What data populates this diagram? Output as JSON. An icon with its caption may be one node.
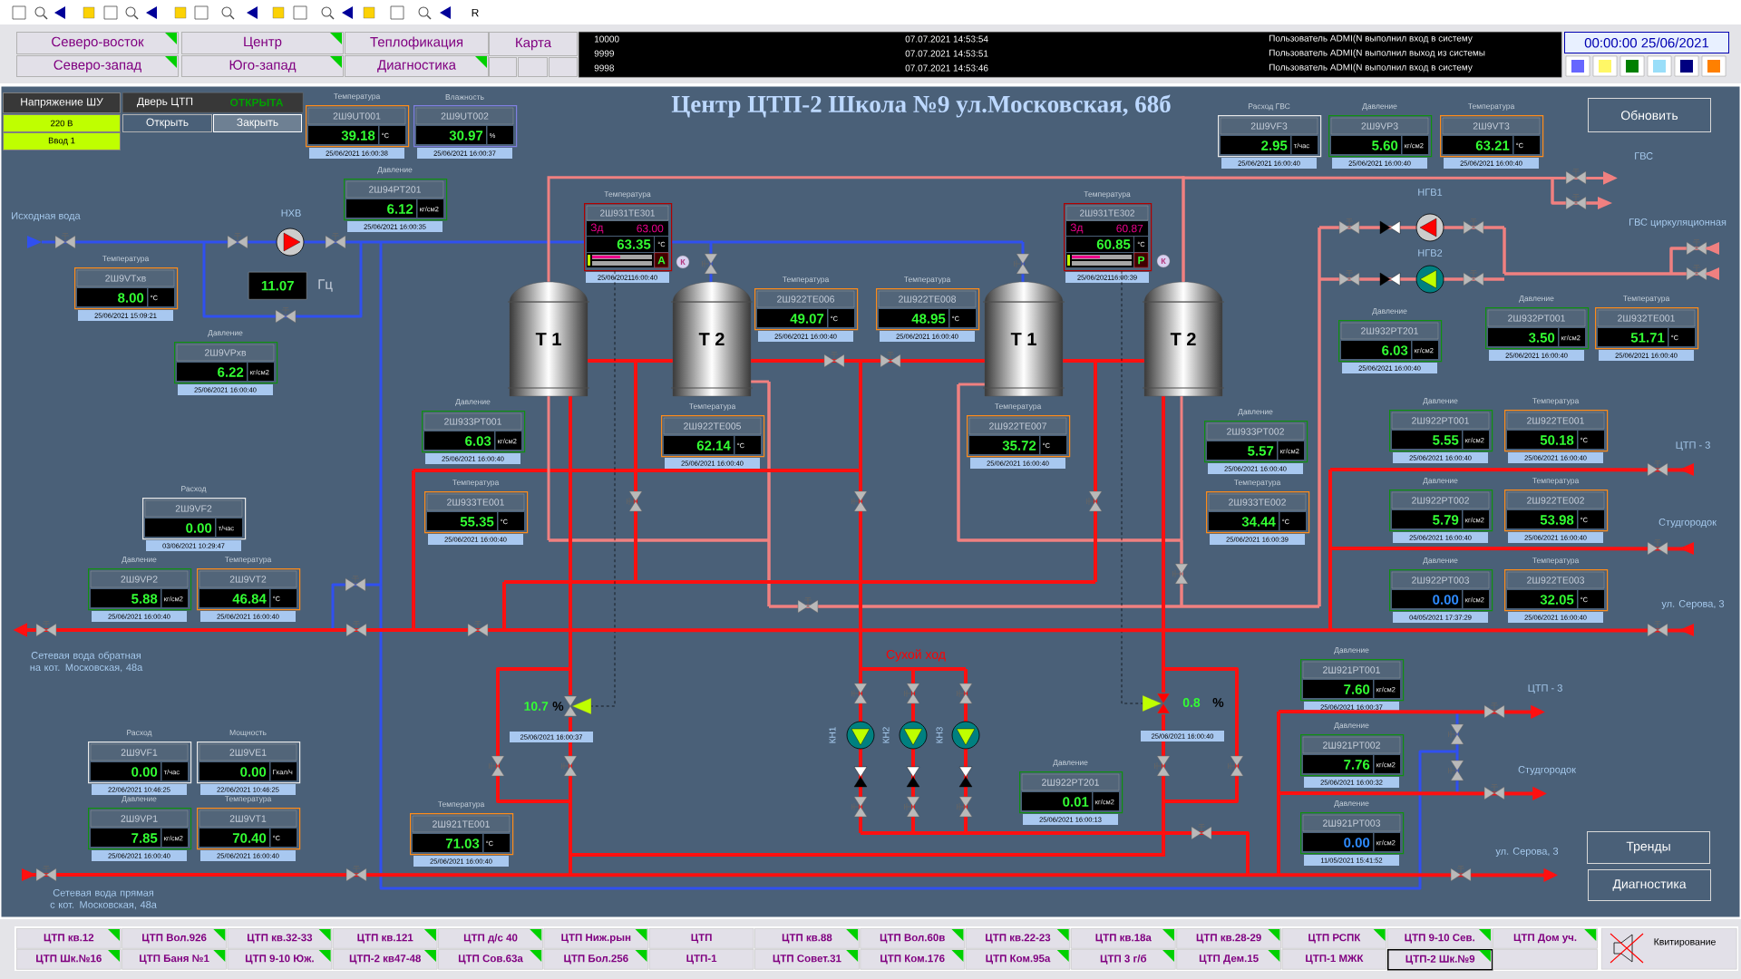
{
  "diagram": {
    "title": "Центр ЦТП-2 Школа №9 ул.Московская, 68б",
    "nodes": [
      {
        "text": [
          "Северо-восток"
        ]
      },
      {
        "text": [
          "Центр"
        ]
      },
      {
        "text": [
          "Теплофикация"
        ]
      },
      {
        "text": [
          "Карта"
        ]
      },
      {
        "text": [
          "Северо-запад"
        ]
      },
      {
        "text": [
          "Юго-запад"
        ]
      },
      {
        "text": [
          "Диагностика"
        ]
      },
      {
        "text": [],
        "shape": "box"
      },
      {
        "text": [],
        "shape": "box"
      },
      {
        "text": [],
        "shape": "box"
      },
      {
        "text": [
          "10000",
          "07.07.2021 14:53:54",
          "Пользователь ADMI(N выполнил вход в систему",
          "9999",
          "07.07.2021 14:53:51",
          "Пользователь ADMI(N выполнил выход из системы",
          "9998",
          "07.07.2021 14:53:46",
          "Пользователь ADMI(N выполнил вход в систему"
        ]
      },
      {
        "text": [
          "00:00:00 25/06/2021"
        ]
      },
      {
        "text": [
          "Напряжение ШУ"
        ]
      },
      {
        "text": [
          "220 В"
        ]
      },
      {
        "text": [
          "Ввод 1"
        ]
      },
      {
        "text": [
          "Дверь ЦТП",
          "ОТКРЫТА"
        ]
      },
      {
        "text": [
          "Открыть"
        ]
      },
      {
        "text": [
          "Закрыть"
        ]
      },
      {
        "text": [
          "Температура",
          "2Ш9UT001",
          "39.18",
          "°C",
          "25/06/2021 16:00:38"
        ]
      },
      {
        "text": [
          "Влажность",
          "2Ш9UT002",
          "30.97",
          "%",
          "25/06/2021 16:00:37"
        ]
      },
      {
        "text": [
          "Расход ГВС",
          "2Ш9VF3",
          "2.95",
          "т/час",
          "25/06/2021 16:00:40"
        ]
      },
      {
        "text": [
          "Давление",
          "2Ш9VP3",
          "5.60",
          "кг/см2",
          "25/06/2021 16:00:40"
        ]
      },
      {
        "text": [
          "Температура",
          "2Ш9VT3",
          "63.21",
          "°C",
          "25/06/2021 16:00:40"
        ]
      },
      {
        "text": [
          "Обновить"
        ]
      },
      {
        "text": [
          "Давление",
          "2Ш94PT201",
          "6.12",
          "кг/см2",
          "25/06/2021 16:00:35"
        ]
      },
      {
        "text": [
          "Температура",
          "2Ш931TE301",
          "Зд",
          "63.00",
          "63.35",
          "°C",
          "А",
          "25/06/202116:00:40"
        ]
      },
      {
        "text": [
          "Температура",
          "2Ш931TE302",
          "Зд",
          "60.87",
          "60.85",
          "°C",
          "Р",
          "25/06/202116:00:39"
        ]
      },
      {
        "text": [
          "Температура",
          "2Ш9VTхв",
          "8.00",
          "°C",
          "25/06/2021 15:09:21"
        ]
      },
      {
        "text": [
          "11.07"
        ],
        "beside": [
          "Гц"
        ]
      },
      {
        "text": [
          "Температура",
          "2Ш922TE006",
          "49.07",
          "°C",
          "25/06/2021 16:00:40"
        ]
      },
      {
        "text": [
          "Температура",
          "2Ш922TE008",
          "48.95",
          "°C",
          "25/06/2021 16:00:40"
        ]
      },
      {
        "text": [
          "Давление",
          "2Ш932PT201",
          "6.03",
          "кг/см2",
          "25/06/2021 16:00:40"
        ]
      },
      {
        "text": [
          "Давление",
          "2Ш932PT001",
          "3.50",
          "кг/см2",
          "25/06/2021 16:00:40"
        ]
      },
      {
        "text": [
          "Температура",
          "2Ш932TE001",
          "51.71",
          "°C",
          "25/06/2021 16:00:40"
        ]
      },
      {
        "text": [
          "T 1"
        ]
      },
      {
        "text": [
          "T 2"
        ]
      },
      {
        "text": [
          "T 1"
        ]
      },
      {
        "text": [
          "T 2"
        ]
      },
      {
        "text": [
          "Давление",
          "2Ш9VPхв",
          "6.22",
          "кг/см2",
          "25/06/2021 16:00:40"
        ]
      },
      {
        "text": [
          "Давление",
          "2Ш933PT001",
          "6.03",
          "кг/см2",
          "25/06/2021 16:00:40"
        ]
      },
      {
        "text": [
          "Температура",
          "2Ш922TE005",
          "62.14",
          "°C",
          "25/06/2021 16:00:40"
        ]
      },
      {
        "text": [
          "Температура",
          "2Ш922TE007",
          "35.72",
          "°C",
          "25/06/2021 16:00:40"
        ]
      },
      {
        "text": [
          "Давление",
          "2Ш933PT002",
          "5.57",
          "кг/см2",
          "25/06/2021 16:00:40"
        ]
      },
      {
        "text": [
          "Давление",
          "2Ш922PT001",
          "5.55",
          "кг/см2",
          "25/06/2021 16:00:40"
        ]
      },
      {
        "text": [
          "Температура",
          "2Ш922TE001",
          "50.18",
          "°C",
          "25/06/2021 16:00:40"
        ]
      },
      {
        "text": [
          "Температура",
          "2Ш933TE001",
          "55.35",
          "°C",
          "25/06/2021 16:00:40"
        ]
      },
      {
        "text": [
          "Температура",
          "2Ш933TE002",
          "34.44",
          "°C",
          "25/06/2021 16:00:39"
        ]
      },
      {
        "text": [
          "Давление",
          "2Ш922PT002",
          "5.79",
          "кг/см2",
          "25/06/2021 16:00:40"
        ]
      },
      {
        "text": [
          "Температура",
          "2Ш922TE002",
          "53.98",
          "°C",
          "25/06/2021 16:00:40"
        ]
      },
      {
        "text": [
          "Расход",
          "2Ш9VF2",
          "0.00",
          "т/час",
          "03/06/2021 10:29:47"
        ]
      },
      {
        "text": [
          "Давление",
          "2Ш9VP2",
          "5.88",
          "кг/см2",
          "25/06/2021 16:00:40"
        ]
      },
      {
        "text": [
          "Температура",
          "2Ш9VT2",
          "46.84",
          "°C",
          "25/06/2021 16:00:40"
        ]
      },
      {
        "text": [
          "Давление",
          "2Ш922PT003",
          "0.00",
          "кг/см2",
          "04/05/2021 17:37:29"
        ]
      },
      {
        "text": [
          "Температура",
          "2Ш922TE003",
          "32.05",
          "°C",
          "25/06/2021 16:00:40"
        ]
      },
      {
        "text": [
          "Давление",
          "2Ш921PT001",
          "7.60",
          "кг/см2",
          "25/06/2021 16:00:37"
        ]
      },
      {
        "text": [
          "Давление",
          "2Ш921PT002",
          "7.76",
          "кг/см2",
          "25/06/2021 16:00:32"
        ]
      },
      {
        "text": [
          "Давление",
          "2Ш921PT003",
          "0.00",
          "кг/см2",
          "11/05/2021 15:41:52"
        ]
      },
      {
        "text": [
          "Расход",
          "2Ш9VF1",
          "0.00",
          "т/час",
          "22/06/2021 10:46:25"
        ]
      },
      {
        "text": [
          "Мощность",
          "2Ш9VE1",
          "0.00",
          "Гкал/ч",
          "22/06/2021 10:46:25"
        ]
      },
      {
        "text": [
          "Давление",
          "2Ш922PT201",
          "0.01",
          "кг/см2",
          "25/06/2021 16:00:13"
        ]
      },
      {
        "text": [
          "Давление",
          "2Ш9VP1",
          "7.85",
          "кг/см2",
          "25/06/2021 16:00:40"
        ]
      },
      {
        "text": [
          "Температура",
          "2Ш9VT1",
          "70.40",
          "°C",
          "25/06/2021 16:00:40"
        ]
      },
      {
        "text": [
          "Температура",
          "2Ш921TE001",
          "71.03",
          "°C",
          "25/06/2021 16:00:40"
        ]
      },
      {
        "text": [
          "Тренды"
        ]
      },
      {
        "text": [
          "Диагностика"
        ]
      },
      {
        "text": [
          "ЦТП кв.12"
        ]
      },
      {
        "text": [
          "ЦТП Вол.926"
        ]
      },
      {
        "text": [
          "ЦТП кв.32-33"
        ]
      },
      {
        "text": [
          "ЦТП кв.121"
        ]
      },
      {
        "text": [
          "ЦТП д/с 40"
        ]
      },
      {
        "text": [
          "ЦТП Ниж.рын"
        ]
      },
      {
        "text": [
          "ЦТП"
        ]
      },
      {
        "text": [
          "ЦТП кв.88"
        ]
      },
      {
        "text": [
          "ЦТП Вол.60в"
        ]
      },
      {
        "text": [
          "ЦТП кв.22-23"
        ]
      },
      {
        "text": [
          "ЦТП кв.18а"
        ]
      },
      {
        "text": [
          "ЦТП кв.28-29"
        ]
      },
      {
        "text": [
          "ЦТП РСПК"
        ]
      },
      {
        "text": [
          "ЦТП 9-10 Сев."
        ]
      },
      {
        "text": [
          "ЦТП Дом уч."
        ]
      },
      {
        "text": [
          "ЦТП Шк.№16"
        ]
      },
      {
        "text": [
          "ЦТП Баня №1"
        ]
      },
      {
        "text": [
          "ЦТП 9-10 Юж."
        ]
      },
      {
        "text": [
          "ЦТП-2 кв47-48"
        ]
      },
      {
        "text": [
          "ЦТП Сов.63а"
        ]
      },
      {
        "text": [
          "ЦТП Бол.256"
        ]
      },
      {
        "text": [
          "ЦТП-1"
        ]
      },
      {
        "text": [
          "ЦТП Совет.31"
        ]
      },
      {
        "text": [
          "ЦТП Ком.176"
        ]
      },
      {
        "text": [
          "ЦТП Ком.95а"
        ]
      },
      {
        "text": [
          "ЦТП 3 г/б"
        ]
      },
      {
        "text": [
          "ЦТП Дем.15"
        ]
      },
      {
        "text": [
          "ЦТП-1 МЖК"
        ]
      },
      {
        "text": [
          "ЦТП-2 Шк.№9"
        ]
      },
      {
        "text": [],
        "shape": "box"
      },
      {
        "text": [
          "Квитирование"
        ]
      },
      {
        "text": [],
        "shape": "valve"
      },
      {
        "text": [],
        "shape": "valve"
      },
      {
        "text": [
          "ул. Серова, 3"
        ]
      },
      {
        "text": [
          "Сетевая вода обратная на кот. Московская, 48а"
        ]
      },
      {
        "text": [
          "Сетевая вода прямая с кот. Московская, 48а"
        ]
      },
      {
        "text": [
          "ул. Серова, 3"
        ]
      },
      {
        "text": [
          "ГВС"
        ]
      },
      {
        "text": [
          "ЦТП - 3"
        ]
      },
      {
        "text": [
          "Студгородок"
        ]
      },
      {
        "text": [
          "ЦТП - 3"
        ]
      },
      {
        "text": [
          "Студгородок"
        ]
      }
    ],
    "edges": [
      {
        "from": 34,
        "to": 35,
        "arrow": "none"
      },
      {
        "from": 35,
        "to": 36,
        "arrow": "none"
      },
      {
        "from": 36,
        "to": 37,
        "arrow": "none"
      },
      {
        "from": 34,
        "to": 37,
        "arrow": "none",
        "color": "#f08080"
      },
      {
        "from": 34,
        "to": 96,
        "arrow": "none"
      },
      {
        "from": 34,
        "to": null,
        "arrow": "none",
        "color": "#f08080"
      },
      {
        "from": 35,
        "to": null,
        "arrow": "none",
        "color": "#3050f0"
      },
      {
        "from": 35,
        "to": null,
        "arrow": "none",
        "color": "#f08080"
      },
      {
        "from": 36,
        "to": null,
        "arrow": "none",
        "color": "#3050f0"
      },
      {
        "from": 36,
        "to": null,
        "arrow": "none",
        "color": "#f08080"
      },
      {
        "from": 37,
        "to": 97,
        "arrow": "none"
      },
      {
        "from": 37,
        "to": null,
        "arrow": "none",
        "color": "#f08080"
      },
      {
        "from": 25,
        "to": 96,
        "arrow": "none",
        "style": "dashed",
        "color": "#000000"
      },
      {
        "from": 26,
        "to": 97,
        "arrow": "none",
        "style": "dashed",
        "color": "#000000"
      },
      {
        "from": 96,
        "to": 97,
        "arrow": "none"
      },
      {
        "from": 98,
        "to": 99,
        "arrow": "to"
      },
      {
        "from": 100,
        "to": 101,
        "arrow": "to"
      },
      {
        "from": 37,
        "to": 102,
        "arrow": "to",
        "color": "#f08080"
      },
      {
        "from": null,
        "to": 103,
        "arrow": "to"
      },
      {
        "from": null,
        "to": 104,
        "arrow": "to"
      },
      {
        "from": 105,
        "to": null,
        "arrow": "to"
      },
      {
        "from": 106,
        "to": null,
        "arrow": "to"
      }
    ],
    "labels": [
      "R",
      "Исходная вода",
      "НХВ",
      "НГВ1",
      "НГВ2",
      "ГВС циркуляционная",
      "К",
      "К",
      "Сухой ход",
      "10.7",
      "%",
      "0.8",
      "%",
      "КН1",
      "КН2",
      "КН3",
      "25/06/2021 16:00:37",
      "25/06/2021 16:00:40"
    ]
  }
}
